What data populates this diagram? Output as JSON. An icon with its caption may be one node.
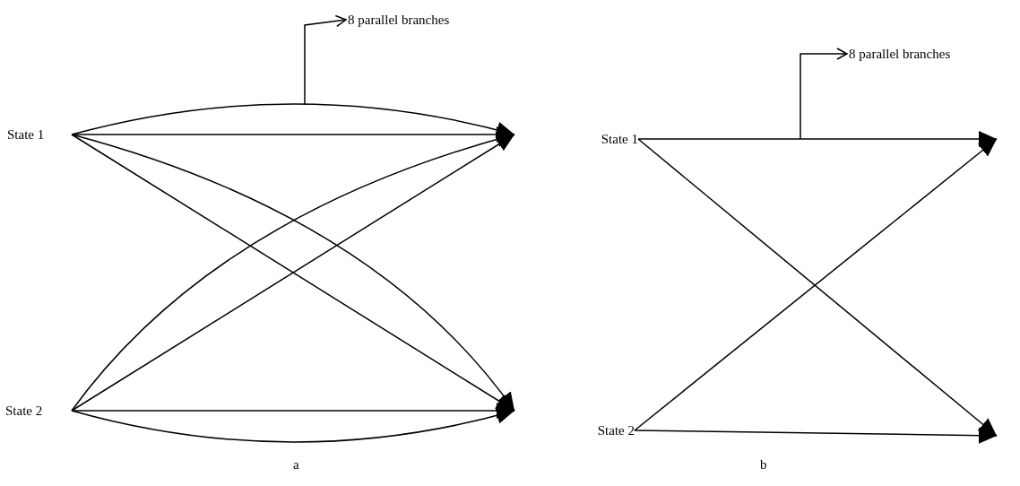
{
  "diagram": {
    "nodes": [
      {
        "text": [
          "State 1"
        ]
      },
      {
        "text": [
          "State 2"
        ]
      },
      {
        "text": [
          "8 parallel branches"
        ]
      },
      {
        "text": [
          "State 1"
        ]
      },
      {
        "text": [
          "State 2"
        ]
      },
      {
        "text": [
          "8 parallel branches"
        ]
      }
    ],
    "edges": [
      {
        "from": 0,
        "to": null,
        "arrow": "to"
      },
      {
        "from": 0,
        "to": null,
        "arrow": "to"
      },
      {
        "from": 0,
        "to": null,
        "arrow": "to"
      },
      {
        "from": 0,
        "to": null,
        "arrow": "to"
      },
      {
        "from": 1,
        "to": null,
        "arrow": "to"
      },
      {
        "from": 1,
        "to": null,
        "arrow": "to"
      },
      {
        "from": 1,
        "to": null,
        "arrow": "to"
      },
      {
        "from": 1,
        "to": null,
        "arrow": "to"
      },
      {
        "from": null,
        "to": 2,
        "arrow": "to"
      },
      {
        "from": 3,
        "to": null,
        "arrow": "to"
      },
      {
        "from": 3,
        "to": null,
        "arrow": "to"
      },
      {
        "from": 4,
        "to": null,
        "arrow": "to"
      },
      {
        "from": 4,
        "to": null,
        "arrow": "to"
      },
      {
        "from": null,
        "to": 5,
        "arrow": "to"
      }
    ],
    "labels": [
      "a",
      "b"
    ]
  }
}
